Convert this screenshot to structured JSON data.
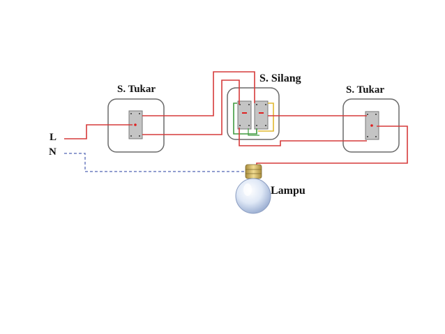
{
  "labels": {
    "switch_left": "S. Tukar",
    "switch_middle": "S. Silang",
    "switch_right": "S. Tukar",
    "line": "L",
    "neutral": "N",
    "lamp": "Lampu"
  },
  "colors": {
    "phase_wire": "#d63a3a",
    "neutral_wire": "#6f7fc0",
    "green_wire": "#3f9a3f",
    "yellow_wire": "#e0b830",
    "plate_border": "#6a6a6a",
    "rocker": "#c4c4c4",
    "terminal": "#e02020"
  }
}
